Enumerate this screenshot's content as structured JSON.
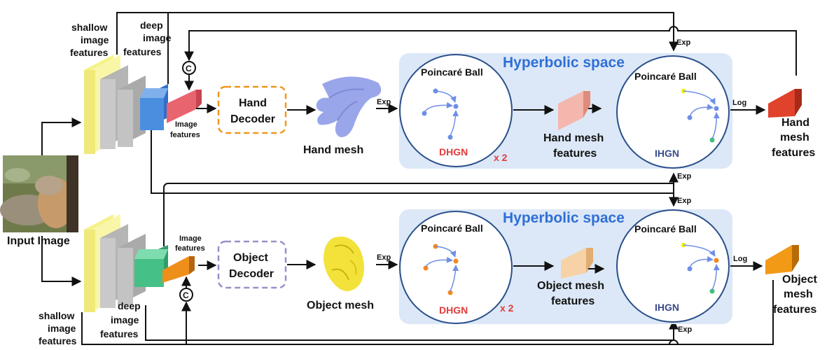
{
  "colors": {
    "hyperbolic_panel": "#dce8f7",
    "hand_feature_bar": "#4a8ee0",
    "object_feature_bar": "#45c086",
    "hand_image_feature": "#e8646f",
    "object_image_feature": "#ee8f1a",
    "hand_decoder_border": "#f0961e",
    "object_decoder_border": "#9a8fc8",
    "hand_mesh_feature_mid": "#f4b7ad",
    "object_mesh_feature_mid": "#f6d2a6",
    "hand_mesh_feature_out": "#e0422b",
    "object_mesh_feature_out": "#f29a16",
    "title_blue": "#2f6fd6",
    "dhgn_red": "#e23b3b",
    "ihgn_navy": "#3a4b8a"
  },
  "labels": {
    "input_image": "Input Image",
    "top_shallow": [
      "shallow",
      "image",
      "features"
    ],
    "top_deep": [
      "deep",
      "image",
      "features"
    ],
    "bottom_shallow": [
      "shallow",
      "image",
      "features"
    ],
    "bottom_deep": [
      "deep",
      "image",
      "features"
    ],
    "hand_image_features": [
      "Image",
      "features"
    ],
    "object_image_features": [
      "Image",
      "features"
    ],
    "hand_decoder": [
      "Hand",
      "Decoder"
    ],
    "object_decoder": [
      "Object",
      "Decoder"
    ],
    "hand_mesh": "Hand mesh",
    "object_mesh": "Object mesh",
    "concat_symbol": "C",
    "hyperbolic_space": "Hyperbolic space",
    "poincare_ball": "Poincaré Ball",
    "dhgn": "DHGN",
    "ihgn": "IHGN",
    "times_two": "x 2",
    "exp": "Exp",
    "log": "Log",
    "hand_mesh_features_mid": [
      "Hand mesh",
      "features"
    ],
    "object_mesh_features_mid": [
      "Object mesh",
      "features"
    ],
    "hand_mesh_features_out": [
      "Hand",
      "mesh",
      "features"
    ],
    "object_mesh_features_out": [
      "Object",
      "mesh",
      "features"
    ]
  }
}
